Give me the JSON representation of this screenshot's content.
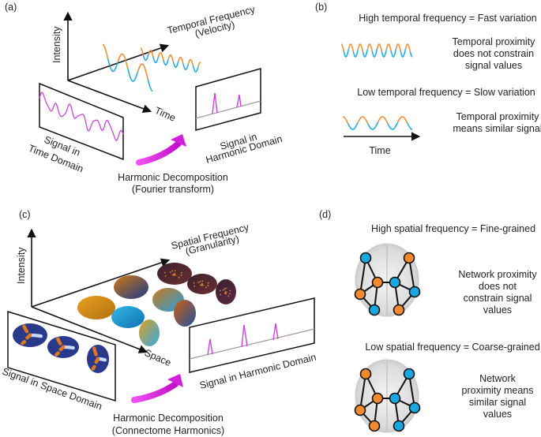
{
  "figure": {
    "panels": {
      "a": {
        "label": "(a)",
        "axis_y": "Intensity",
        "axis_x": "Time",
        "axis_depth_line1": "Temporal Frequency",
        "axis_depth_line2": "(Velocity)",
        "input_caption_line1": "Signal in",
        "input_caption_line2": "Time Domain",
        "output_caption_line1": "Signal in",
        "output_caption_line2": "Harmonic Domain",
        "transform_line1": "Harmonic Decomposition",
        "transform_line2": "(Fourier transform)"
      },
      "b": {
        "label": "(b)",
        "high_title": "High temporal frequency = Fast variation",
        "high_desc": [
          "Temporal proximity",
          "does not constrain",
          "signal values"
        ],
        "low_title": "Low temporal frequency = Slow variation",
        "low_desc": [
          "Temporal proximity",
          "means similar signal"
        ],
        "axis_label": "Time"
      },
      "c": {
        "label": "(c)",
        "axis_y": "Intensity",
        "axis_x": "Space",
        "axis_depth_line1": "Spatial Frequency",
        "axis_depth_line2": "(Granularity)",
        "input_caption": "Signal in Space Domain",
        "output_caption": "Signal in Harmonic Domain",
        "transform_line1": "Harmonic Decomposition",
        "transform_line2": "(Connectome Harmonics)"
      },
      "d": {
        "label": "(d)",
        "high_title": "High spatial frequency = Fine-grained",
        "high_desc": [
          "Network proximity",
          "does not",
          "constrain signal",
          "values"
        ],
        "low_title": "Low spatial frequency = Coarse-grained",
        "low_desc": [
          "Network",
          "proximity means",
          "similar signal",
          "values"
        ],
        "high_node_colors": [
          "blue",
          "orange",
          "orange",
          "blue",
          "orange",
          "blue",
          "blue",
          "orange"
        ],
        "low_node_colors": [
          "orange",
          "blue",
          "orange",
          "blue",
          "orange",
          "blue",
          "orange",
          "blue"
        ]
      }
    },
    "colors": {
      "orange": "#f28a2e",
      "blue": "#1aa7e0",
      "magenta": "#cc44dd",
      "arrow_magenta": "#e020e0",
      "baseline_gray": "#9a9a9a"
    }
  }
}
